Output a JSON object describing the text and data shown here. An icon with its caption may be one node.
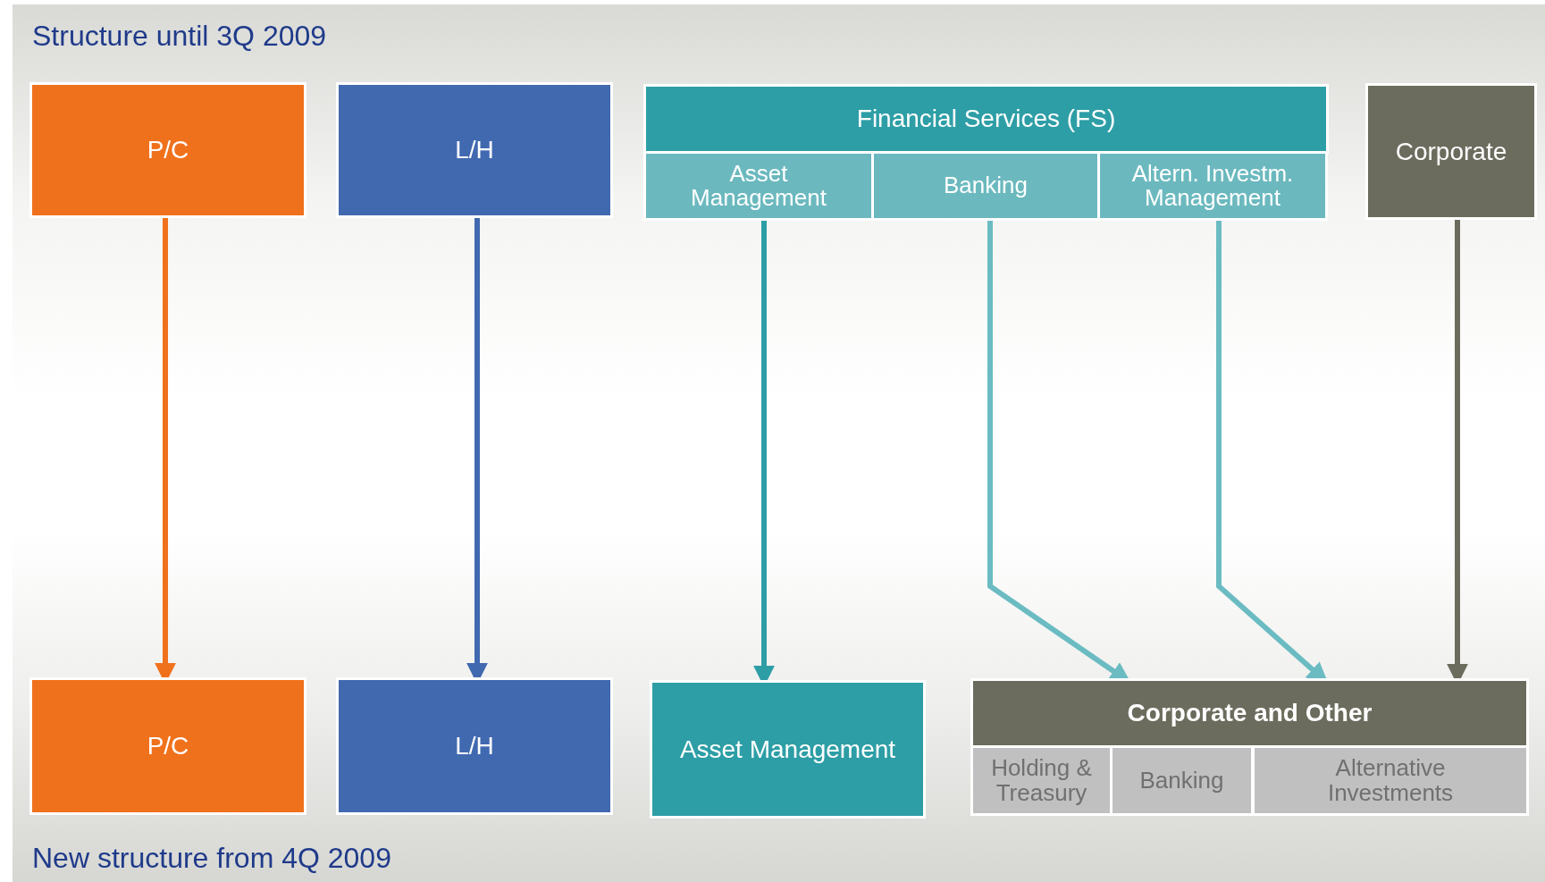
{
  "diagram": {
    "nodes": [
      {
        "text": [
          "P/C"
        ]
      },
      {
        "text": [
          "L/H"
        ]
      },
      {
        "text": [
          "Financial Services (FS)"
        ]
      },
      {
        "text": [
          "Asset Management"
        ]
      },
      {
        "text": [
          "Banking"
        ]
      },
      {
        "text": [
          "Altern. Investm. Management"
        ]
      },
      {
        "text": [
          "Corporate"
        ]
      },
      {
        "text": [
          "P/C"
        ]
      },
      {
        "text": [
          "L/H"
        ]
      },
      {
        "text": [
          "Asset Management"
        ]
      },
      {
        "text": [
          "Corporate and Other"
        ]
      },
      {
        "text": [
          "Holding & Treasury"
        ]
      },
      {
        "text": [
          "Banking"
        ]
      },
      {
        "text": [
          "Alternative Investments"
        ]
      }
    ],
    "edges": [
      {
        "from": 0,
        "to": 7,
        "arrow": "to",
        "color": "#f0711c"
      },
      {
        "from": 1,
        "to": 8,
        "arrow": "to",
        "color": "#4169b0"
      },
      {
        "from": 3,
        "to": 9,
        "arrow": "to",
        "color": "#2e9ea6"
      },
      {
        "from": 4,
        "to": 10,
        "arrow": "to",
        "color": "#6bbcc2"
      },
      {
        "from": 5,
        "to": 10,
        "arrow": "to",
        "color": "#6bbcc2"
      },
      {
        "from": 6,
        "to": 10,
        "arrow": "to",
        "color": "#6b6c5d"
      }
    ],
    "labels": [
      "Structure until 3Q 2009",
      "New structure from 4Q 2009"
    ]
  }
}
